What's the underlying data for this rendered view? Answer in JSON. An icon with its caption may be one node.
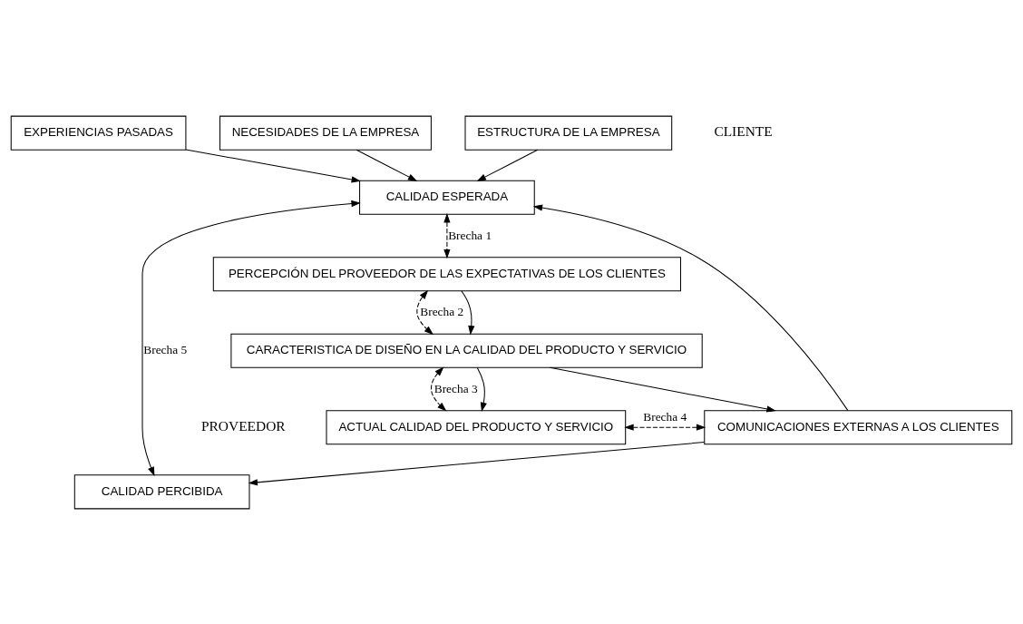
{
  "diagram": {
    "nodes": [
      {
        "text": [
          "EXPERIENCIAS PASADAS"
        ]
      },
      {
        "text": [
          "NECESIDADES DE LA EMPRESA"
        ]
      },
      {
        "text": [
          "ESTRUCTURA DE LA EMPRESA"
        ]
      },
      {
        "text": [
          "CALIDAD ESPERADA"
        ]
      },
      {
        "text": [
          "CALIDAD PERCIBIDA"
        ]
      },
      {
        "text": [
          "ACTUAL CALIDAD DEL PRODUCTO Y SERVICIO"
        ]
      },
      {
        "text": [
          "COMUNICACIONES EXTERNAS A LOS CLIENTES"
        ]
      },
      {
        "text": [
          "CARACTERISTICA DE DISEÑO EN LA CALIDAD DEL PRODUCTO Y SERVICIO"
        ]
      },
      {
        "text": [
          "PERCEPCIÓN DEL PROVEEDOR DE LAS EXPECTATIVAS DE LOS CLIENTES"
        ]
      }
    ],
    "edges": [
      {
        "from": 0,
        "to": 3,
        "arrow": "to"
      },
      {
        "from": 1,
        "to": 3,
        "arrow": "to"
      },
      {
        "from": 2,
        "to": 3,
        "arrow": "to"
      },
      {
        "from": 6,
        "to": 3,
        "arrow": "to"
      },
      {
        "from": 6,
        "to": 4,
        "arrow": "to"
      },
      {
        "from": 3,
        "to": 4,
        "arrow": "both",
        "label": "Brecha 5"
      },
      {
        "from": 3,
        "to": 8,
        "arrow": "both",
        "label": "Brecha 1",
        "style": "dashed"
      },
      {
        "from": 8,
        "to": 7,
        "arrow": "both",
        "label": "Brecha 2",
        "style": "dashed"
      },
      {
        "from": 7,
        "to": 5,
        "arrow": "both",
        "label": "Brecha 3",
        "style": "dashed"
      },
      {
        "from": 5,
        "to": 6,
        "arrow": "both",
        "label": "Brecha 4",
        "style": "dashed"
      },
      {
        "from": 8,
        "to": 7,
        "arrow": "to"
      },
      {
        "from": 7,
        "to": 5,
        "arrow": "to"
      },
      {
        "from": 7,
        "to": 6,
        "arrow": "to"
      }
    ],
    "labels": [
      "CLIENTE",
      "PROVEEDOR"
    ]
  }
}
